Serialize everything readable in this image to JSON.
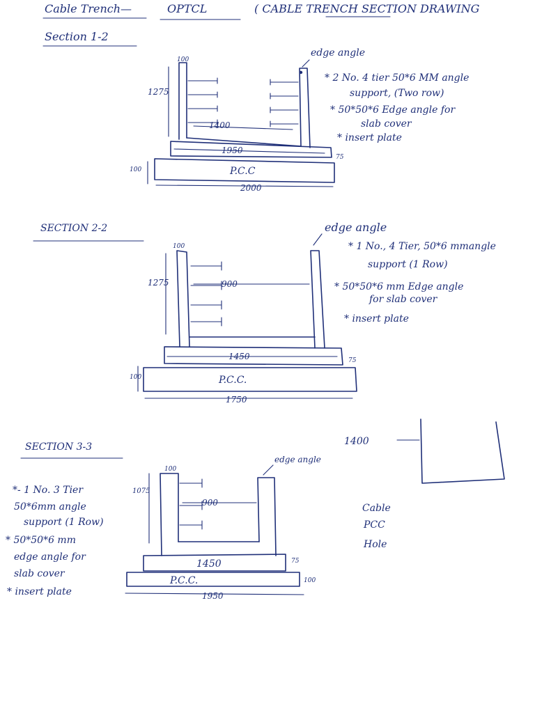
{
  "header": {
    "title_left": "Cable Trench—",
    "title_mid": "OPTCL",
    "title_right": "( CABLE TRENCH SECTION DRAWING"
  },
  "section1": {
    "heading": "Section 1-2",
    "dim_top": "100",
    "dim_height": "1275",
    "dim_inner": "1400",
    "dim_base": "1950",
    "dim_pcc_thk": "100",
    "dim_slab_thk": "75",
    "pcc_label": "P.C.C",
    "dim_pcc": "2000",
    "edge_angle": "edge angle",
    "notes": [
      "* 2 No. 4 tier 50*6 MM angle",
      "support, (Two row)",
      "* 50*50*6 Edge angle for",
      "slab cover",
      "* insert plate"
    ]
  },
  "section2": {
    "heading": "SECTION 2-2",
    "dim_top": "100",
    "dim_height": "1275",
    "dim_inner": "900",
    "dim_base": "1450",
    "dim_pcc_thk": "100",
    "dim_slab_thk": "75",
    "pcc_label": "P.C.C.",
    "dim_pcc": "1750",
    "edge_angle": "edge angle",
    "notes": [
      "* 1 No., 4 Tier, 50*6 mmangle",
      "support (1 Row)",
      "* 50*50*6 mm Edge angle",
      "for slab cover",
      "* insert plate"
    ]
  },
  "section3": {
    "heading": "SECTION 3-3",
    "dim_top": "100",
    "dim_height": "1075",
    "dim_inner": "900",
    "dim_base": "1450",
    "dim_pcc_thk": "100",
    "dim_slab_thk": "75",
    "pcc_label": "P.C.C.",
    "dim_pcc": "1950",
    "edge_angle": "edge angle",
    "notes": [
      "*- 1 No. 3 Tier",
      "50*6mm angle",
      "support (1 Row)",
      "* 50*50*6 mm",
      "edge angle for",
      "slab cover",
      "* insert plate"
    ]
  },
  "sketch": {
    "dim": "1400",
    "words": [
      "Cable",
      "PCC",
      "Hole"
    ]
  }
}
